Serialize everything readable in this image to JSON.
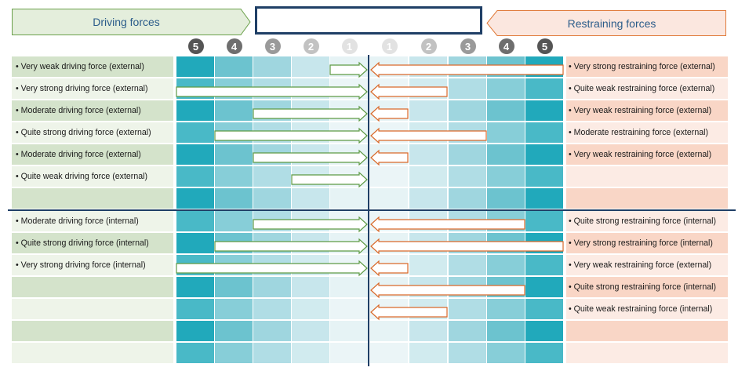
{
  "header": {
    "driving_label": "Driving forces",
    "restraining_label": "Restraining forces",
    "title": ""
  },
  "scale_numbers": [
    "5",
    "4",
    "3",
    "2",
    "1",
    "1",
    "2",
    "3",
    "4",
    "5"
  ],
  "colors": {
    "driving_header_fill": "#e4eedc",
    "driving_header_stroke": "#6aa04a",
    "restraining_header_fill": "#fbe7df",
    "restraining_header_stroke": "#e07a3a",
    "driving_arrow": "#5e9a45",
    "restraining_arrow": "#d9692a",
    "divider": "#1f3f66"
  },
  "rows": [
    {
      "driving": "• Very weak driving force (external)",
      "driving_level": 1,
      "restraining": "• Very strong restraining force (external)",
      "restraining_level": 5
    },
    {
      "driving": "• Very strong driving force (external)",
      "driving_level": 5,
      "restraining": "• Quite weak restraining force (external)",
      "restraining_level": 2
    },
    {
      "driving": "• Moderate driving force (external)",
      "driving_level": 3,
      "restraining": "• Very weak restraining force (external)",
      "restraining_level": 1
    },
    {
      "driving": "• Quite strong driving force (external)",
      "driving_level": 4,
      "restraining": "• Moderate restraining force (external)",
      "restraining_level": 3
    },
    {
      "driving": "• Moderate driving force (external)",
      "driving_level": 3,
      "restraining": "• Very weak restraining force (external)",
      "restraining_level": 1
    },
    {
      "driving": "• Quite weak driving force (external)",
      "driving_level": 2,
      "restraining": "",
      "restraining_level": 0
    },
    {
      "driving": "",
      "driving_level": 0,
      "restraining": "",
      "restraining_level": 0
    },
    {
      "driving": "• Moderate driving force (internal)",
      "driving_level": 3,
      "restraining": "• Quite strong restraining force (internal)",
      "restraining_level": 4
    },
    {
      "driving": "• Quite strong driving force (internal)",
      "driving_level": 4,
      "restraining": "• Very strong restraining force (internal)",
      "restraining_level": 5
    },
    {
      "driving": "• Very strong driving force (internal)",
      "driving_level": 5,
      "restraining": "• Very weak restraining force (external)",
      "restraining_level": 1
    },
    {
      "driving": "",
      "driving_level": 0,
      "restraining": "• Quite strong restraining force (internal)",
      "restraining_level": 4
    },
    {
      "driving": "",
      "driving_level": 0,
      "restraining": "• Quite weak restraining force (internal)",
      "restraining_level": 2
    },
    {
      "driving": "",
      "driving_level": 0,
      "restraining": "",
      "restraining_level": 0
    },
    {
      "driving": "",
      "driving_level": 0,
      "restraining": "",
      "restraining_level": 0
    }
  ]
}
